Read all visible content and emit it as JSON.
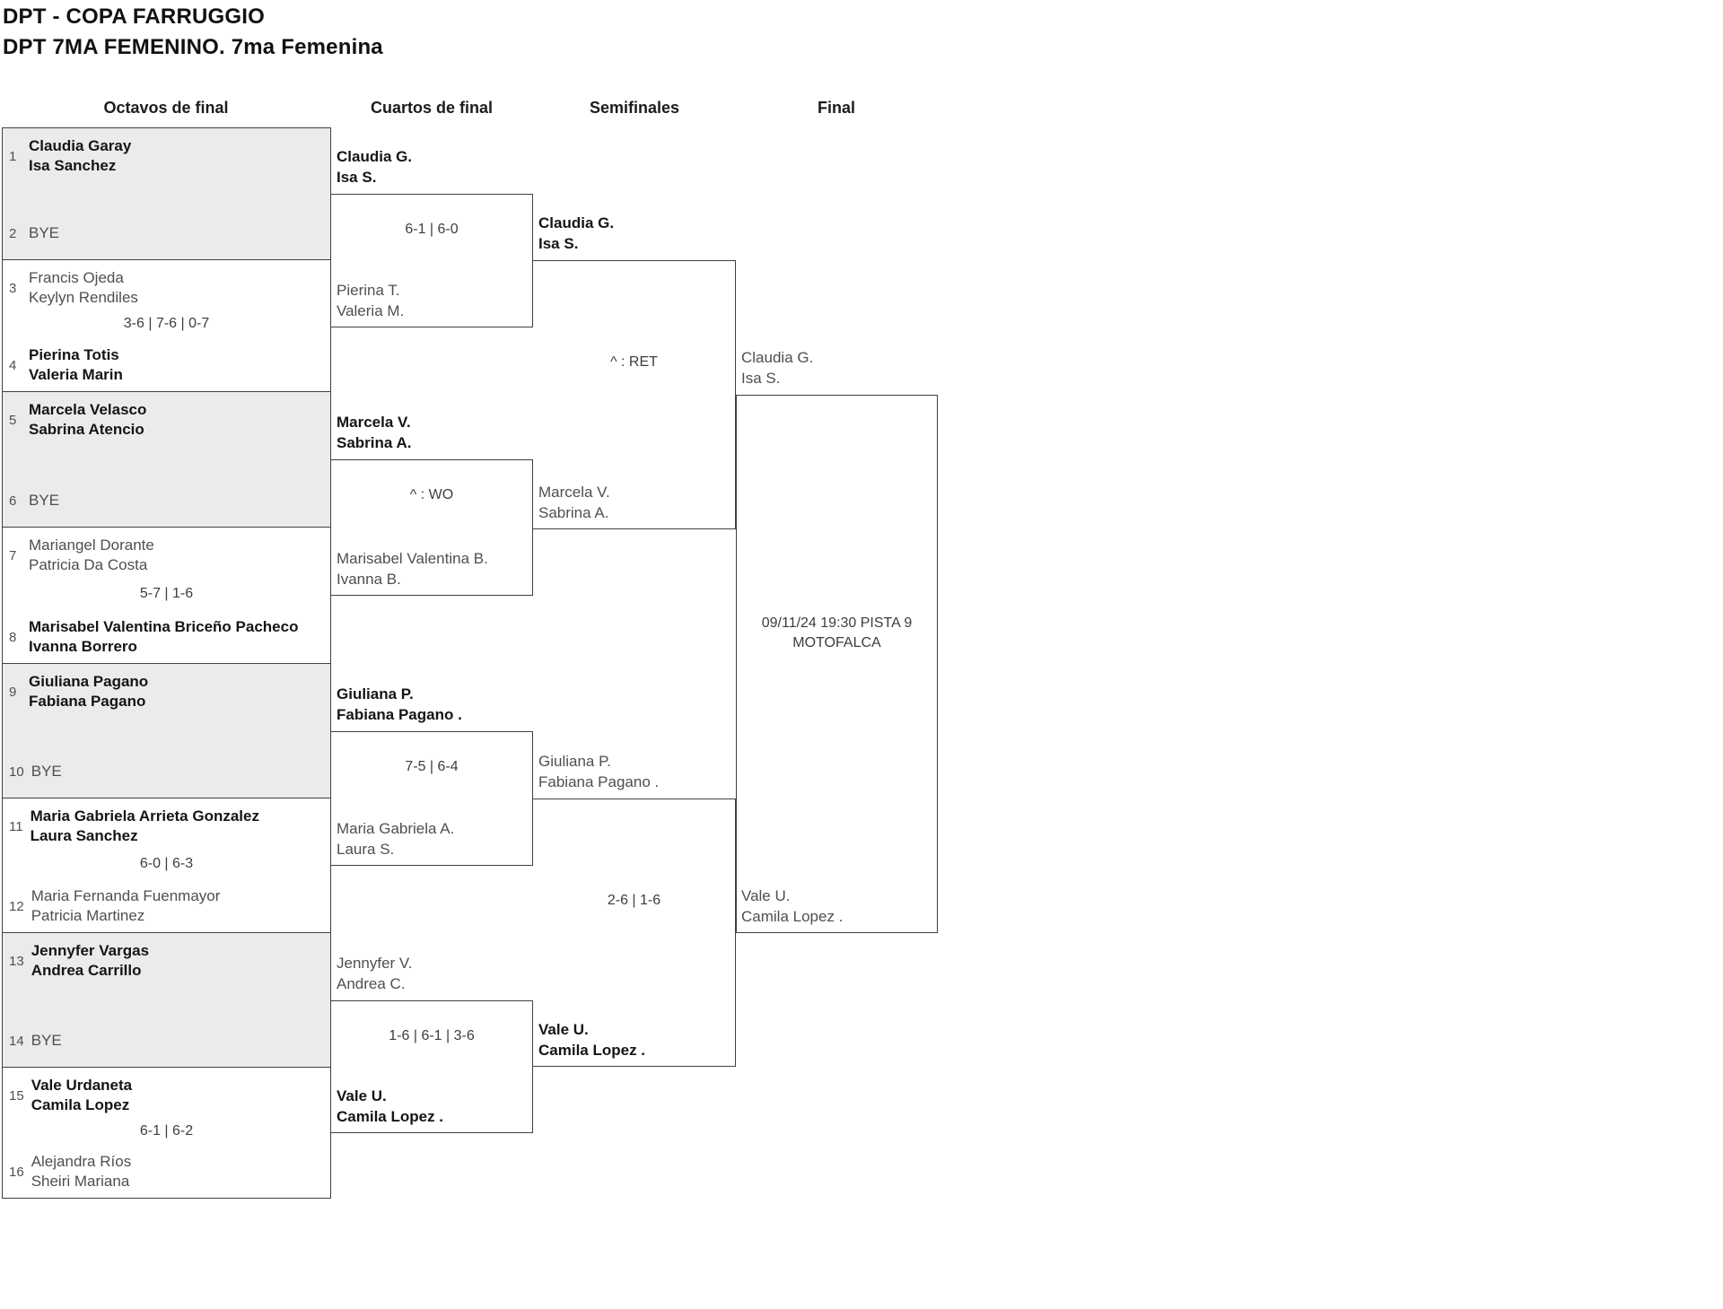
{
  "title": "DPT - COPA FARRUGGIO",
  "subtitle": "DPT 7MA FEMENINO. 7ma Femenina",
  "rounds": {
    "octavos": "Octavos de final",
    "cuartos": "Cuartos de final",
    "semifinales": "Semifinales",
    "final": "Final"
  },
  "colors": {
    "line": "#404040",
    "bye_box_fill": "#ebebeb",
    "winner_text": "#151515",
    "normal_text": "#4f4f4f",
    "score_text": "#3d3d3d"
  },
  "octavos": [
    {
      "seed_top": "1",
      "top": {
        "line1": "Claudia Garay",
        "line2": "Isa Sanchez"
      },
      "seed_bottom": "2",
      "bottom": {
        "line1": "BYE",
        "line2": ""
      },
      "score": ""
    },
    {
      "seed_top": "3",
      "top": {
        "line1": "Francis Ojeda",
        "line2": "Keylyn Rendiles"
      },
      "seed_bottom": "4",
      "bottom": {
        "line1": "Pierina Totis",
        "line2": "Valeria Marin"
      },
      "score": "3-6 | 7-6 | 0-7"
    },
    {
      "seed_top": "5",
      "top": {
        "line1": "Marcela Velasco",
        "line2": "Sabrina Atencio"
      },
      "seed_bottom": "6",
      "bottom": {
        "line1": "BYE",
        "line2": ""
      },
      "score": ""
    },
    {
      "seed_top": "7",
      "top": {
        "line1": "Mariangel Dorante",
        "line2": "Patricia Da Costa"
      },
      "seed_bottom": "8",
      "bottom": {
        "line1": "Marisabel Valentina Briceño Pacheco",
        "line2": "Ivanna Borrero"
      },
      "score": "5-7 | 1-6"
    },
    {
      "seed_top": "9",
      "top": {
        "line1": "Giuliana Pagano",
        "line2": "Fabiana Pagano"
      },
      "seed_bottom": "10",
      "bottom": {
        "line1": "BYE",
        "line2": ""
      },
      "score": ""
    },
    {
      "seed_top": "11",
      "top": {
        "line1": "Maria Gabriela Arrieta Gonzalez",
        "line2": "Laura Sanchez"
      },
      "seed_bottom": "12",
      "bottom": {
        "line1": "Maria Fernanda Fuenmayor",
        "line2": "Patricia Martinez"
      },
      "score": "6-0 | 6-3"
    },
    {
      "seed_top": "13",
      "top": {
        "line1": "Jennyfer Vargas",
        "line2": "Andrea Carrillo"
      },
      "seed_bottom": "14",
      "bottom": {
        "line1": "BYE",
        "line2": ""
      },
      "score": ""
    },
    {
      "seed_top": "15",
      "top": {
        "line1": "Vale Urdaneta",
        "line2": "Camila Lopez"
      },
      "seed_bottom": "16",
      "bottom": {
        "line1": "Alejandra Ríos",
        "line2": "Sheiri Mariana"
      },
      "score": "6-1 | 6-2"
    }
  ],
  "cuartos": [
    {
      "top": {
        "line1": "Claudia G.",
        "line2": "Isa S."
      },
      "bottom": {
        "line1": "Pierina T.",
        "line2": "Valeria M."
      },
      "score": "6-1 | 6-0"
    },
    {
      "top": {
        "line1": "Marcela V.",
        "line2": "Sabrina A."
      },
      "bottom": {
        "line1": "Marisabel Valentina B.",
        "line2": "Ivanna B."
      },
      "score": "^ : WO"
    },
    {
      "top": {
        "line1": "Giuliana P.",
        "line2": "Fabiana Pagano ."
      },
      "bottom": {
        "line1": "Maria Gabriela A.",
        "line2": "Laura S."
      },
      "score": "7-5 | 6-4"
    },
    {
      "top": {
        "line1": "Jennyfer V.",
        "line2": "Andrea C."
      },
      "bottom": {
        "line1": "Vale U.",
        "line2": "Camila Lopez ."
      },
      "score": "1-6 | 6-1 | 3-6"
    }
  ],
  "semifinales": [
    {
      "top": {
        "line1": "Claudia G.",
        "line2": "Isa S."
      },
      "bottom": {
        "line1": "Marcela V.",
        "line2": "Sabrina A."
      },
      "score": "^ : RET"
    },
    {
      "top": {
        "line1": "Giuliana P.",
        "line2": "Fabiana Pagano ."
      },
      "bottom": {
        "line1": "Vale U.",
        "line2": "Camila Lopez ."
      },
      "score": "2-6 | 1-6"
    }
  ],
  "final": {
    "top": {
      "line1": "Claudia G.",
      "line2": "Isa S."
    },
    "bottom": {
      "line1": "Vale U.",
      "line2": "Camila Lopez ."
    },
    "schedule": {
      "line1": "09/11/24 19:30 PISTA 9",
      "line2": "MOTOFALCA"
    }
  }
}
